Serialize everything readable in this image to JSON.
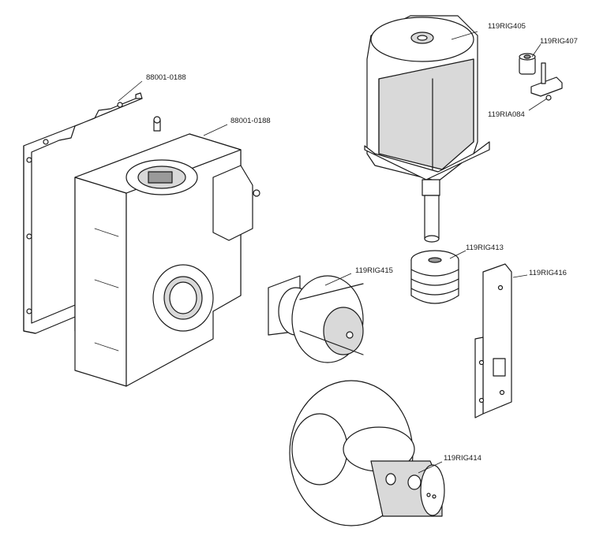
{
  "labels": {
    "gasket_left": "88001-0188",
    "gearbox_housing": "88001-0188",
    "motor": "119RIG405",
    "knob": "119RIG407",
    "bracket_small": "119RIA084",
    "worm_gear": "119RIG413",
    "pinion_gear": "119RIG415",
    "switch_bracket": "119RIG416",
    "main_gear_shaft": "119RIG414"
  }
}
